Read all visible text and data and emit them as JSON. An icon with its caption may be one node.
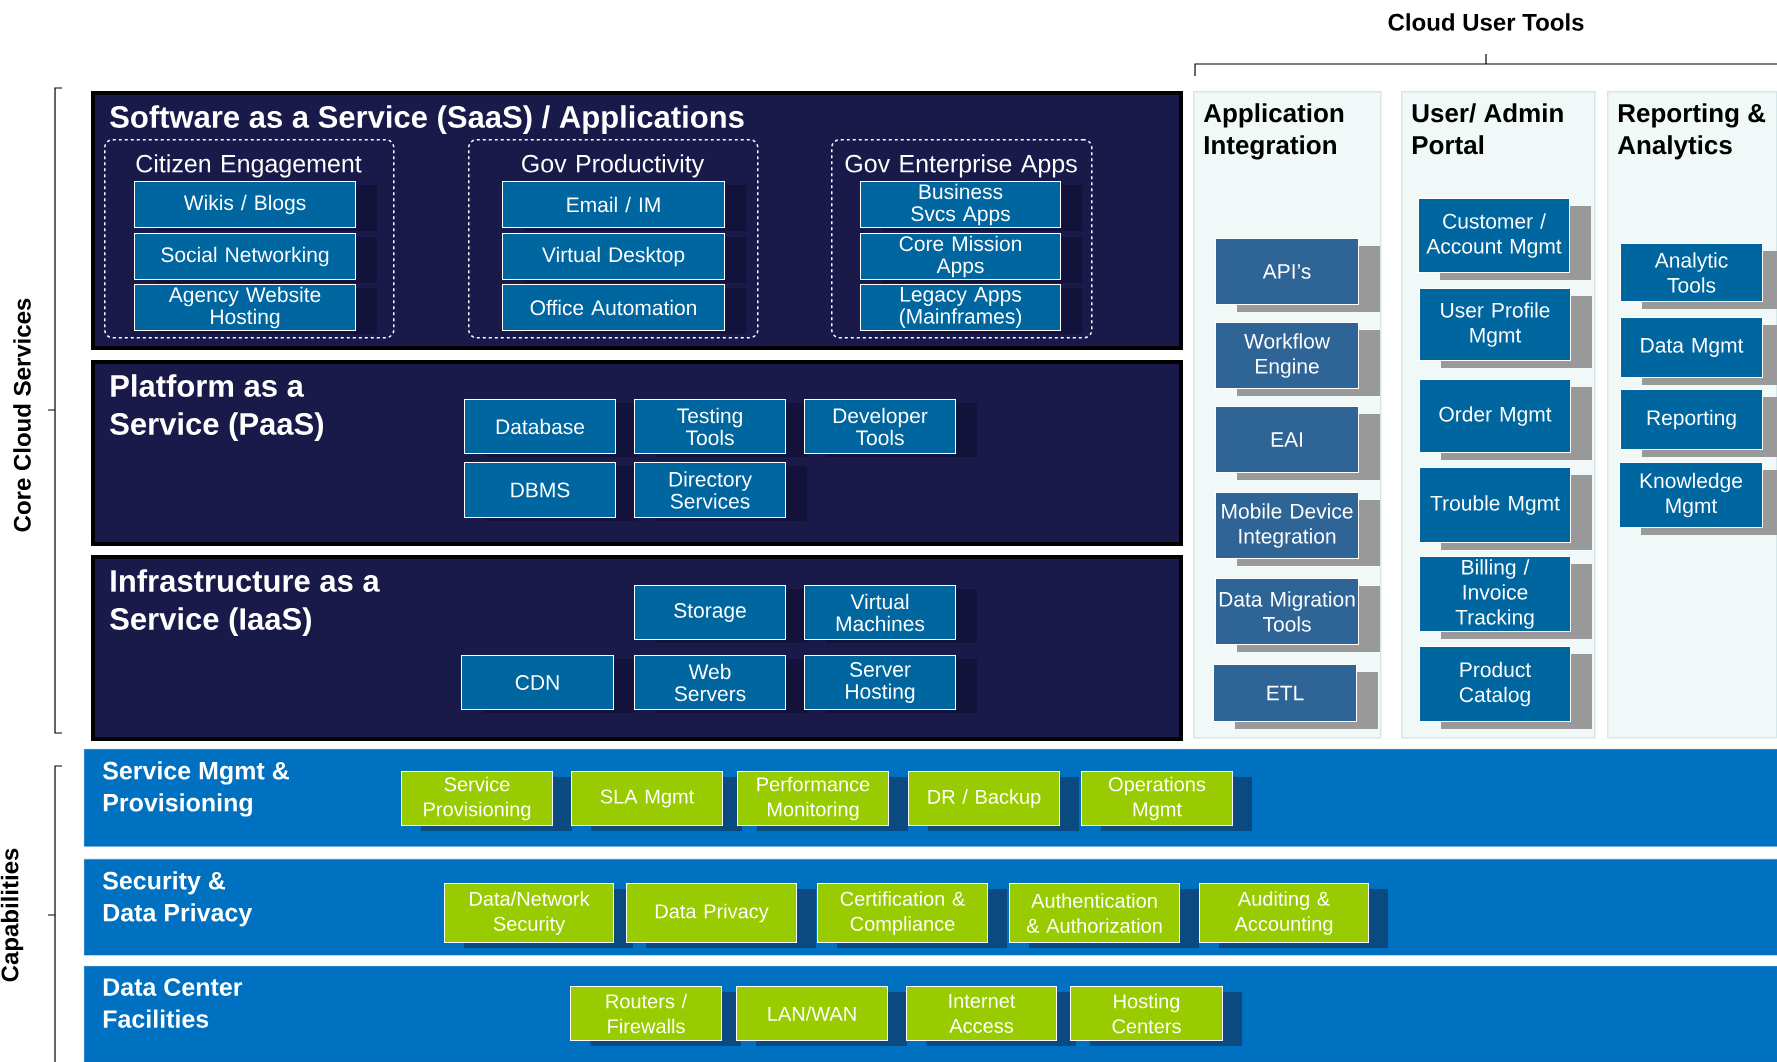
{
  "diagram": {
    "nodes": [
      {
        "text": [
          "Software as a Service (SaaS) / Applications"
        ]
      },
      {
        "text": [
          "Citizen Engagement"
        ],
        "in": 0
      },
      {
        "text": [
          "Wikis / Blogs"
        ],
        "in": 1
      },
      {
        "text": [
          "Social Networking"
        ],
        "in": 1
      },
      {
        "text": [
          "Agency Website Hosting"
        ],
        "in": 1
      },
      {
        "text": [
          "Gov Productivity"
        ],
        "in": 0
      },
      {
        "text": [
          "Email / IM"
        ],
        "in": 5
      },
      {
        "text": [
          "Virtual Desktop"
        ],
        "in": 5
      },
      {
        "text": [
          "Office Automation"
        ],
        "in": 5
      },
      {
        "text": [
          "Gov Enterprise Apps"
        ],
        "in": 0
      },
      {
        "text": [
          "Business Svcs Apps"
        ],
        "in": 9
      },
      {
        "text": [
          "Core Mission Apps"
        ],
        "in": 9
      },
      {
        "text": [
          "Legacy Apps (Mainframes)"
        ],
        "in": 9
      },
      {
        "text": [
          "Platform as a Service (PaaS)"
        ]
      },
      {
        "text": [
          "Database"
        ],
        "in": 13
      },
      {
        "text": [
          "Testing Tools"
        ],
        "in": 13
      },
      {
        "text": [
          "Developer Tools"
        ],
        "in": 13
      },
      {
        "text": [
          "DBMS"
        ],
        "in": 13
      },
      {
        "text": [
          "Directory Services"
        ],
        "in": 13
      },
      {
        "text": [
          "Infrastructure as a Service (IaaS)"
        ]
      },
      {
        "text": [
          "Storage"
        ],
        "in": 19
      },
      {
        "text": [
          "Virtual Machines"
        ],
        "in": 19
      },
      {
        "text": [
          "CDN"
        ],
        "in": 19
      },
      {
        "text": [
          "Web Servers"
        ],
        "in": 19
      },
      {
        "text": [
          "Server Hosting"
        ],
        "in": 19
      },
      {
        "text": [
          "Application Integration"
        ]
      },
      {
        "text": [
          "API’s"
        ],
        "in": 25
      },
      {
        "text": [
          "Workflow Engine"
        ],
        "in": 25
      },
      {
        "text": [
          "EAI"
        ],
        "in": 25
      },
      {
        "text": [
          "Mobile Device Integration"
        ],
        "in": 25
      },
      {
        "text": [
          "Data Migration Tools"
        ],
        "in": 25
      },
      {
        "text": [
          "ETL"
        ],
        "in": 25
      },
      {
        "text": [
          "User/ Admin Portal"
        ]
      },
      {
        "text": [
          "Customer / Account Mgmt"
        ],
        "in": 32
      },
      {
        "text": [
          "User Profile Mgmt"
        ],
        "in": 32
      },
      {
        "text": [
          "Order Mgmt"
        ],
        "in": 32
      },
      {
        "text": [
          "Trouble Mgmt"
        ],
        "in": 32
      },
      {
        "text": [
          "Billing / Invoice Tracking"
        ],
        "in": 32
      },
      {
        "text": [
          "Product Catalog"
        ],
        "in": 32
      },
      {
        "text": [
          "Reporting & Analytics"
        ]
      },
      {
        "text": [
          "Analytic Tools"
        ],
        "in": 39
      },
      {
        "text": [
          "Data Mgmt"
        ],
        "in": 39
      },
      {
        "text": [
          "Reporting"
        ],
        "in": 39
      },
      {
        "text": [
          "Knowledge Mgmt"
        ],
        "in": 39
      },
      {
        "text": [
          "Service Mgmt & Provisioning"
        ]
      },
      {
        "text": [
          "Service Provisioning"
        ],
        "in": 44
      },
      {
        "text": [
          "SLA Mgmt"
        ],
        "in": 44
      },
      {
        "text": [
          "Performance Monitoring"
        ],
        "in": 44
      },
      {
        "text": [
          "DR / Backup"
        ],
        "in": 44
      },
      {
        "text": [
          "Operations Mgmt"
        ],
        "in": 44
      },
      {
        "text": [
          "Security & Data Privacy"
        ]
      },
      {
        "text": [
          "Data/Network Security"
        ],
        "in": 50
      },
      {
        "text": [
          "Data Privacy"
        ],
        "in": 50
      },
      {
        "text": [
          "Certification & Compliance"
        ],
        "in": 50
      },
      {
        "text": [
          "Authentication & Authorization"
        ],
        "in": 50
      },
      {
        "text": [
          "Auditing & Accounting"
        ],
        "in": 50
      },
      {
        "text": [
          "Data Center Facilities"
        ]
      },
      {
        "text": [
          "Routers / Firewalls"
        ],
        "in": 56
      },
      {
        "text": [
          "LAN/WAN"
        ],
        "in": 56
      },
      {
        "text": [
          "Internet Access"
        ],
        "in": 56
      },
      {
        "text": [
          "Hosting Centers"
        ],
        "in": 56
      }
    ],
    "labels": [
      "Cloud User Tools",
      "Core Cloud Services",
      "Capabilities"
    ]
  }
}
